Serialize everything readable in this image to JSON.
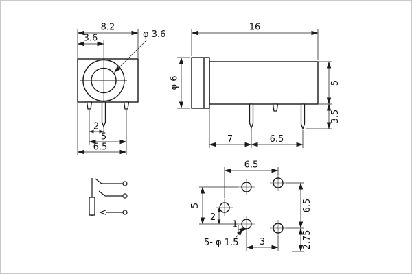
{
  "colors": {
    "ink": "#1a1a1a",
    "background": "#ffffff"
  },
  "front_view": {
    "width_top": "8.2",
    "offset_left": "3.6",
    "hole_dia": "φ 3.6",
    "pin_pitch_small": "2",
    "pin_pitch_large": "5",
    "width_bottom": "6.5"
  },
  "side_view": {
    "length": "16",
    "flange_dia": "φ 6",
    "body_height": "5",
    "pin_length": "3.5",
    "pin_pos_left": "7",
    "pin_pos_right": "6.5"
  },
  "footprint_view": {
    "span_top": "6.5",
    "row_pitch": "5",
    "pitch_small": "2",
    "offset_small": "1",
    "holes_note": "5- φ 1.5",
    "span_bottom": "3",
    "span_right": "6.5",
    "edge_offset": "2.75"
  }
}
